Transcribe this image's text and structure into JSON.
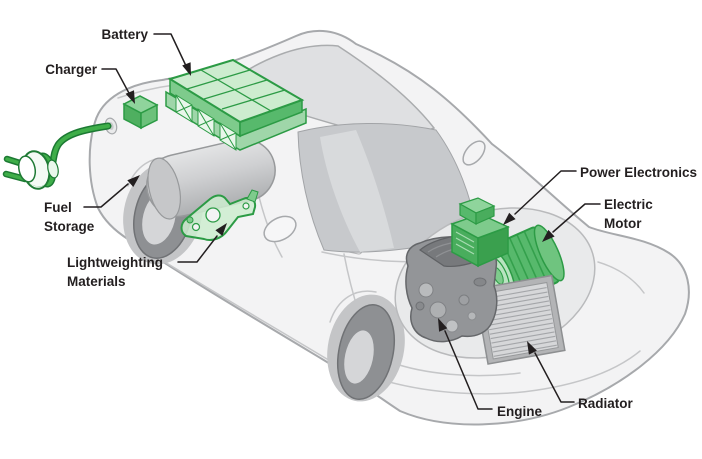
{
  "diagram_type": "plug-in-hybrid-electric-vehicle-components-cutaway",
  "labels": {
    "battery": {
      "text": "Battery"
    },
    "charger": {
      "text": "Charger"
    },
    "fuel_storage": {
      "line1": "Fuel",
      "line2": "Storage"
    },
    "lightweighting_materials": {
      "line1": "Lightweighting",
      "line2": "Materials"
    },
    "power_electronics": {
      "text": "Power Electronics"
    },
    "electric_motor": {
      "line1": "Electric",
      "line2": "Motor"
    },
    "engine": {
      "text": "Engine"
    },
    "radiator": {
      "text": "Radiator"
    }
  },
  "components": {
    "green_highlighted": [
      "charging-plug",
      "charging-cord",
      "charge-port",
      "charger-unit",
      "battery-pack",
      "lightweighting-part",
      "power-electronics-unit",
      "electric-motor-unit"
    ],
    "gray_parts": [
      "car-body",
      "fuel-tank",
      "engine-block",
      "radiator-unit"
    ]
  },
  "colors": {
    "highlight_green": "#3fae49",
    "green_outline": "#2c9b45",
    "green_fill_light": "#cdeccf",
    "green_fill_mid": "#7ecb8c",
    "car_body_gray": "#f3f3f4",
    "car_outline_gray": "#a7a9ac",
    "glass_gray": "#c7c9cc",
    "label_text": "#231f20",
    "background": "#ffffff"
  }
}
